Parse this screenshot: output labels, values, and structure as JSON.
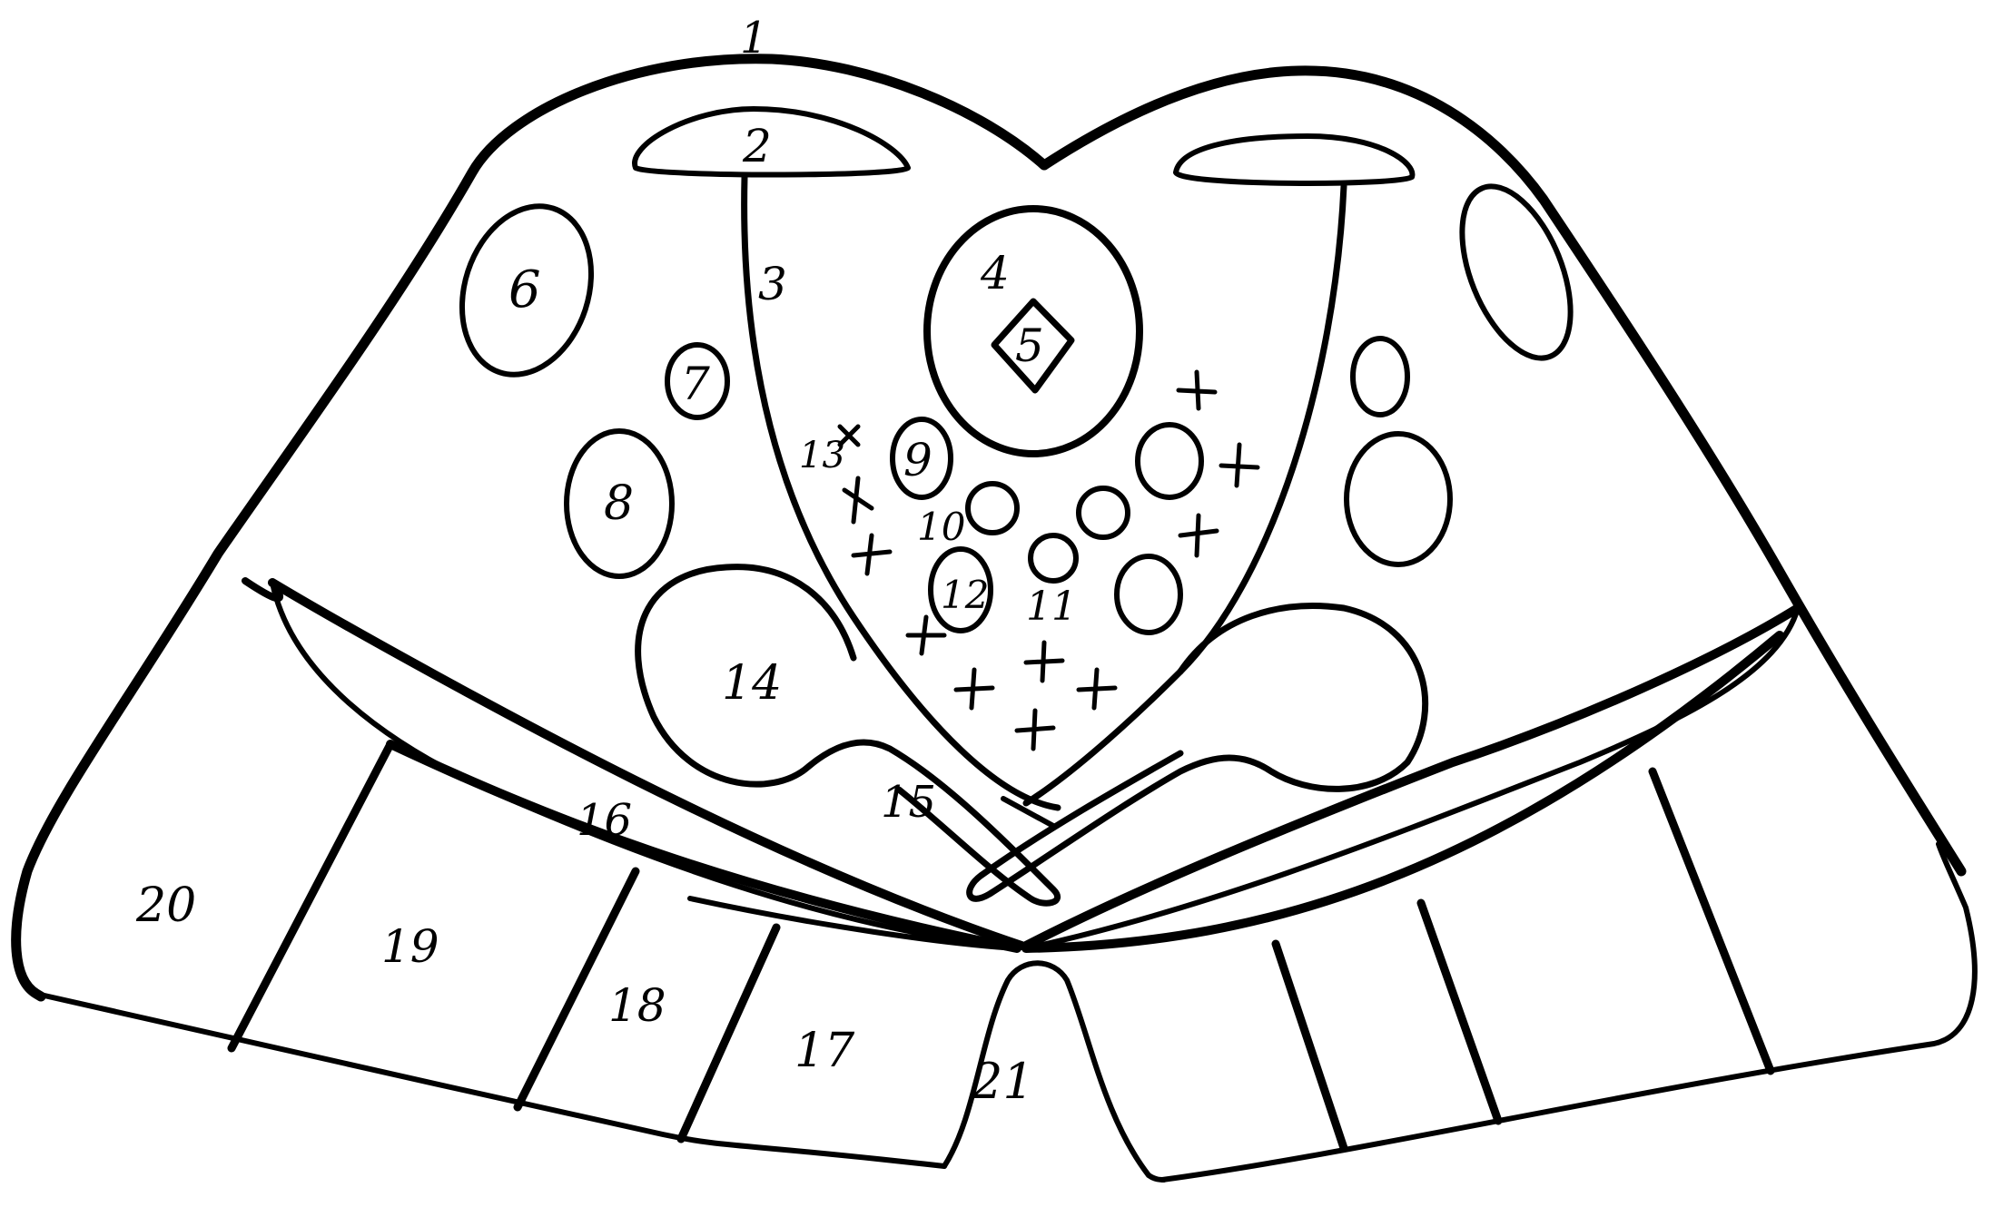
{
  "diagram": {
    "labels": {
      "l1": "1",
      "l2": "2",
      "l3": "3",
      "l4": "4",
      "l5": "5",
      "l6": "6",
      "l7": "7",
      "l8": "8",
      "l9": "9",
      "l10": "10",
      "l11": "11",
      "l12": "12",
      "l13": "13",
      "l14": "14",
      "l15": "15",
      "l16": "16",
      "l17": "17",
      "l18": "18",
      "l19": "19",
      "l20": "20",
      "l21": "21"
    },
    "marks": {
      "cross": "+",
      "x": "×"
    },
    "colors": {
      "ink": "#000000",
      "paper": "#ffffff"
    }
  }
}
